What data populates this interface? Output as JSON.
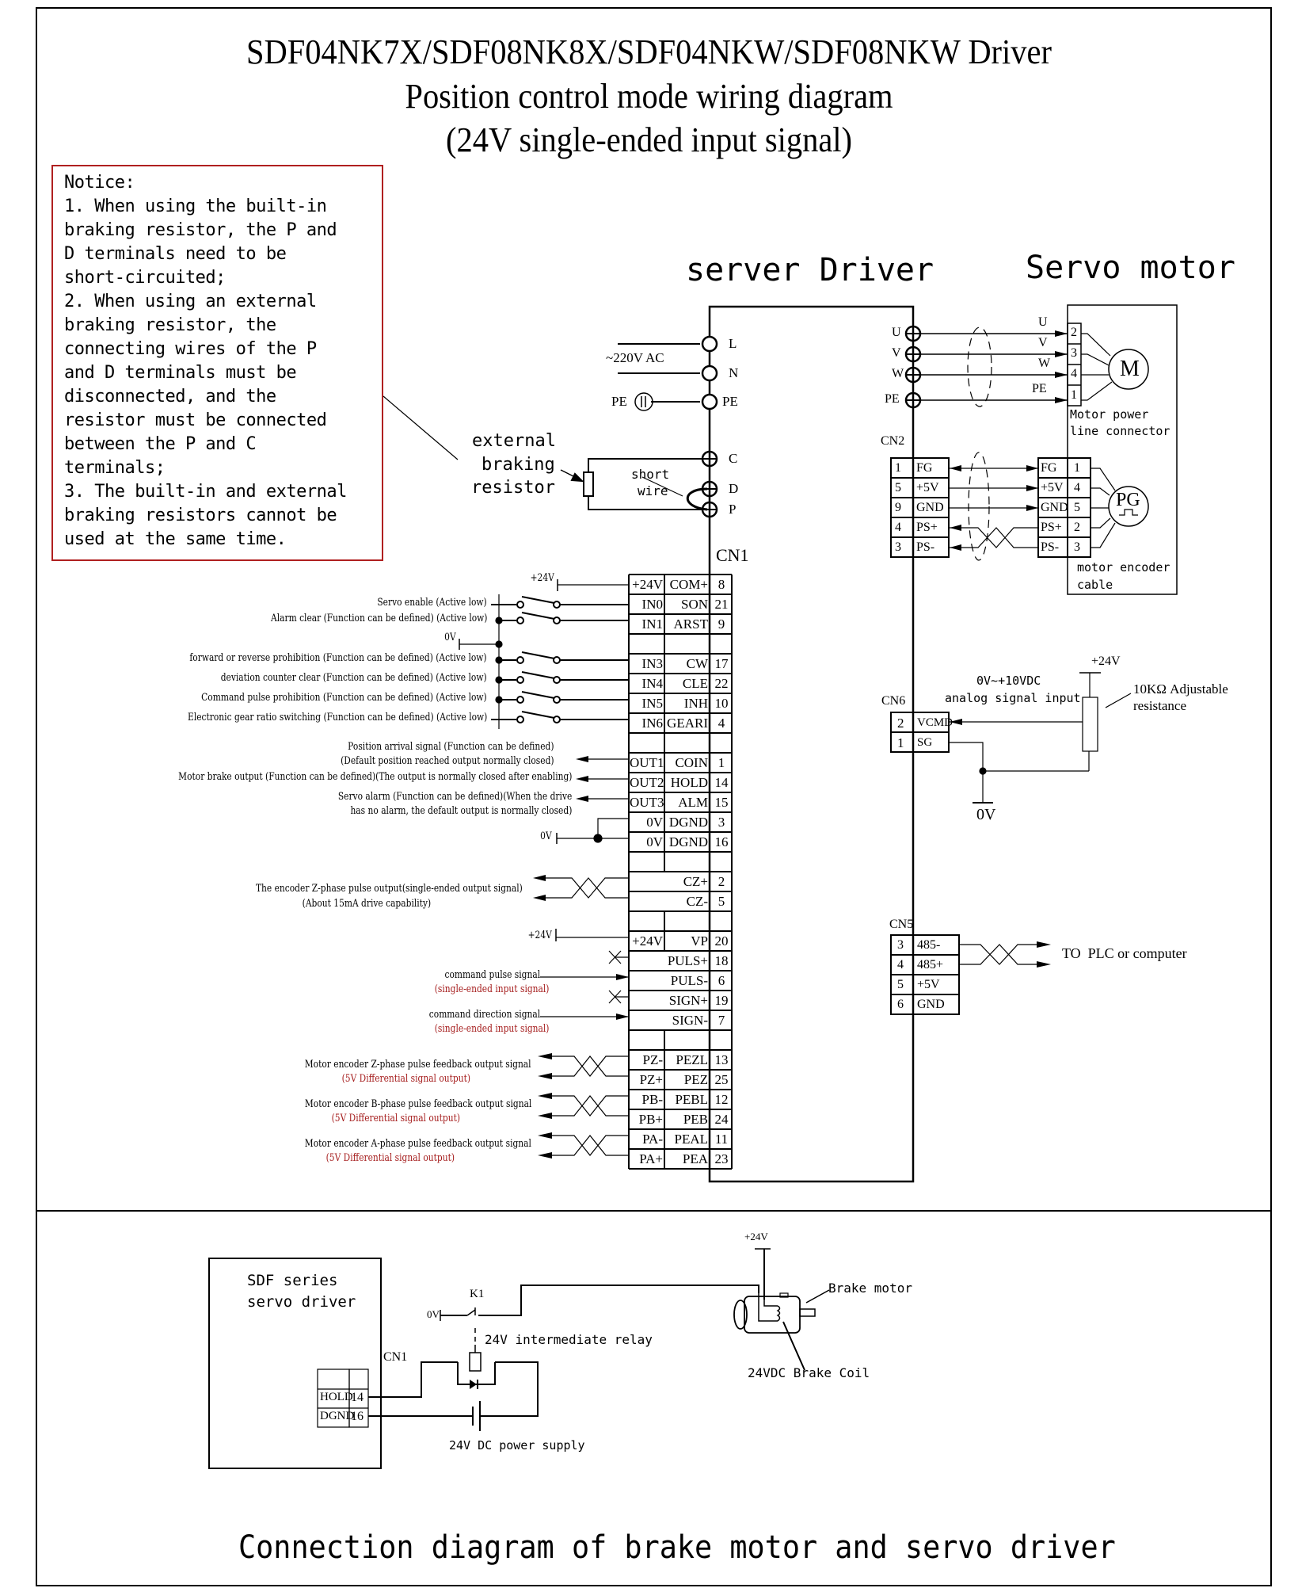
{
  "title": {
    "line1": "SDF04NK7X/SDF08NK8X/SDF04NKW/SDF08NKW Driver",
    "line2": "Position control mode wiring diagram",
    "line3": "(24V single-ended input signal)"
  },
  "notice": {
    "text": "Notice:\n1. When using the built-in\nbraking resistor, the P and\nD terminals need to be\nshort-circuited;\n2. When using an external\nbraking resistor, the\nconnecting wires of the P\nand D terminals must be\ndisconnected, and the\nresistor must be connected\nbetween the P and C\nterminals;\n3. The built-in and external\nbraking resistors cannot be\nused at the same time."
  },
  "headings": {
    "driver": "server Driver",
    "motor": "Servo motor"
  },
  "power": {
    "ac_label": "~220V AC",
    "pe_label": "PE",
    "terminals": [
      "L",
      "N",
      "PE",
      "C",
      "D",
      "P"
    ],
    "resistor_label": [
      "external",
      "braking",
      "resistor"
    ],
    "short_wire_label": [
      "short",
      "wire"
    ]
  },
  "motor_power": {
    "driver_terminals": [
      "U",
      "V",
      "W",
      "PE"
    ],
    "wire_labels": [
      "U",
      "V",
      "W",
      "PE"
    ],
    "connector_pins": [
      "2",
      "3",
      "4",
      "1"
    ],
    "motor_symbol": "M",
    "connector_caption": [
      "Motor power",
      "line connector"
    ]
  },
  "cn2": {
    "label": "CN2",
    "rows": [
      {
        "pin": "1",
        "signal": "FG",
        "motor_signal": "FG",
        "motor_pin": "1"
      },
      {
        "pin": "5",
        "signal": "+5V",
        "motor_signal": "+5V",
        "motor_pin": "4"
      },
      {
        "pin": "9",
        "signal": "GND",
        "motor_signal": "GND",
        "motor_pin": "5"
      },
      {
        "pin": "4",
        "signal": "PS+",
        "motor_signal": "PS+",
        "motor_pin": "2"
      },
      {
        "pin": "3",
        "signal": "PS-",
        "motor_signal": "PS-",
        "motor_pin": "3"
      }
    ],
    "encoder_symbol": "PG",
    "cable_caption": [
      "motor encoder",
      "cable"
    ]
  },
  "cn1": {
    "label": "CN1",
    "rows": [
      {
        "io": "+24V",
        "name": "COM+",
        "pin": "8"
      },
      {
        "io": "IN0",
        "name": "SON",
        "pin": "21"
      },
      {
        "io": "IN1",
        "name": "ARST",
        "pin": "9"
      },
      {
        "io": "",
        "name": "",
        "pin": ""
      },
      {
        "io": "IN3",
        "name": "CW",
        "pin": "17"
      },
      {
        "io": "IN4",
        "name": "CLE",
        "pin": "22"
      },
      {
        "io": "IN5",
        "name": "INH",
        "pin": "10"
      },
      {
        "io": "IN6",
        "name": "GEARI",
        "pin": "4"
      },
      {
        "io": "",
        "name": "",
        "pin": ""
      },
      {
        "io": "OUT1",
        "name": "COIN",
        "pin": "1"
      },
      {
        "io": "OUT2",
        "name": "HOLD",
        "pin": "14"
      },
      {
        "io": "OUT3",
        "name": "ALM",
        "pin": "15"
      },
      {
        "io": "0V",
        "name": "DGND",
        "pin": "3"
      },
      {
        "io": "0V",
        "name": "DGND",
        "pin": "16"
      },
      {
        "io": "",
        "name": "",
        "pin": ""
      },
      {
        "io": "",
        "name": "CZ+",
        "pin": "2"
      },
      {
        "io": "",
        "name": "CZ-",
        "pin": "5"
      },
      {
        "io": "",
        "name": "",
        "pin": ""
      },
      {
        "io": "+24V",
        "name": "VP",
        "pin": "20"
      },
      {
        "io": "",
        "name": "PULS+",
        "pin": "18"
      },
      {
        "io": "",
        "name": "PULS-",
        "pin": "6"
      },
      {
        "io": "",
        "name": "SIGN+",
        "pin": "19"
      },
      {
        "io": "",
        "name": "SIGN-",
        "pin": "7"
      },
      {
        "io": "",
        "name": "",
        "pin": ""
      },
      {
        "io": "PZ-",
        "name": "PEZL",
        "pin": "13"
      },
      {
        "io": "PZ+",
        "name": "PEZ",
        "pin": "25"
      },
      {
        "io": "PB-",
        "name": "PEBL",
        "pin": "12"
      },
      {
        "io": "PB+",
        "name": "PEB",
        "pin": "24"
      },
      {
        "io": "PA-",
        "name": "PEAL",
        "pin": "11"
      },
      {
        "io": "PA+",
        "name": "PEA",
        "pin": "23"
      }
    ],
    "supply_24v": "+24V",
    "zero_v": "0V",
    "inputs": [
      "Servo enable (Active low)",
      "Alarm clear (Function can be defined)  (Active low)",
      "forward or reverse prohibition (Function can be defined)  (Active low)",
      "deviation counter clear (Function can be defined)  (Active low)",
      "Command pulse prohibition (Function can be defined)  (Active low)",
      "Electronic gear ratio switching (Function can be defined)  (Active low)"
    ],
    "outputs": [
      "Position arrival signal (Function can be defined)",
      "(Default position reached output normally closed)",
      "Motor brake output (Function can be defined)(The output is normally closed after enabling)",
      "Servo alarm (Function can be defined)(When the drive",
      "has no alarm, the default output is normally closed)"
    ],
    "z_output": [
      "The encoder Z-phase pulse output(single-ended output signal)",
      "(About 15mA drive capability)"
    ],
    "pulse_inputs": [
      {
        "label": "command pulse signal",
        "sub": "(single-ended input signal)"
      },
      {
        "label": "command direction signal",
        "sub": "(single-ended input signal)"
      }
    ],
    "encoder_outputs": [
      {
        "label": "Motor encoder Z-phase pulse feedback output signal",
        "sub": "(5V Differential signal output)"
      },
      {
        "label": "Motor encoder B-phase pulse feedback output signal",
        "sub": "(5V Differential signal output)"
      },
      {
        "label": "Motor encoder A-phase pulse feedback output signal",
        "sub": "(5V Differential signal output)"
      }
    ]
  },
  "cn6": {
    "label": "CN6",
    "rows": [
      {
        "pin": "2",
        "signal": "VCMD"
      },
      {
        "pin": "1",
        "signal": "SG"
      }
    ],
    "analog_label": [
      "0V~+10VDC",
      "analog signal input"
    ],
    "supply": "+24V",
    "ground": "0V",
    "pot_label": [
      "10KΩ Adjustable",
      "resistance"
    ]
  },
  "cn5": {
    "label": "CN5",
    "rows": [
      {
        "pin": "3",
        "signal": "485-"
      },
      {
        "pin": "4",
        "signal": "485+"
      },
      {
        "pin": "5",
        "signal": "+5V"
      },
      {
        "pin": "6",
        "signal": "GND"
      }
    ],
    "target": "TO  PLC or computer"
  },
  "brake": {
    "driver_label": [
      "SDF series",
      "servo driver"
    ],
    "cn1_label": "CN1",
    "rows": [
      {
        "name": "HOLD",
        "pin": "14"
      },
      {
        "name": "DGND",
        "pin": "16"
      }
    ],
    "relay_contact": "K1",
    "zero_v": "0V",
    "relay_label": "24V intermediate relay",
    "power_supply_label": "24V DC power supply",
    "supply": "+24V",
    "motor_label": "Brake motor",
    "coil_label": "24VDC Brake Coil",
    "caption": "Connection diagram of brake motor and servo driver"
  },
  "colors": {
    "notice_border": "#b02020",
    "red_text": "#a51c1c",
    "line": "#000000"
  }
}
